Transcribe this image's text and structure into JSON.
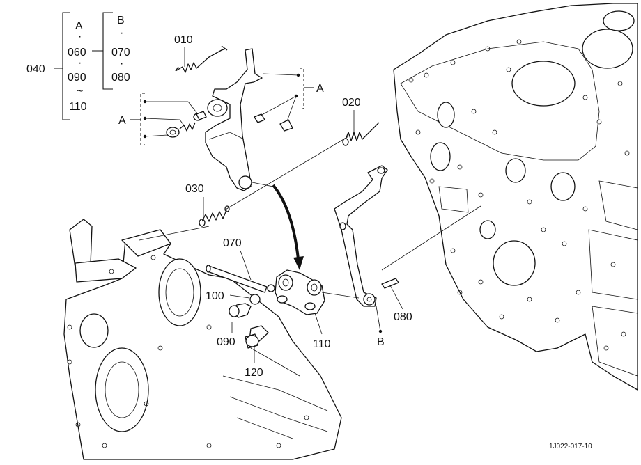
{
  "diagram": {
    "bracket": {
      "group": "040",
      "letter_a": "A",
      "letter_b": "B",
      "item_060": "060",
      "item_090": "090",
      "tilde": "~",
      "item_110": "110",
      "item_070": "070",
      "item_080": "080",
      "dot": "·"
    },
    "callouts": {
      "c010": "010",
      "c020": "020",
      "c030": "030",
      "c070": "070",
      "c080": "080",
      "c090": "090",
      "c100": "100",
      "c110": "110",
      "c120": "120",
      "ref_a_left": "A",
      "ref_a_right": "A",
      "ref_b": "B"
    },
    "figure_code": "1J022-017-10"
  }
}
